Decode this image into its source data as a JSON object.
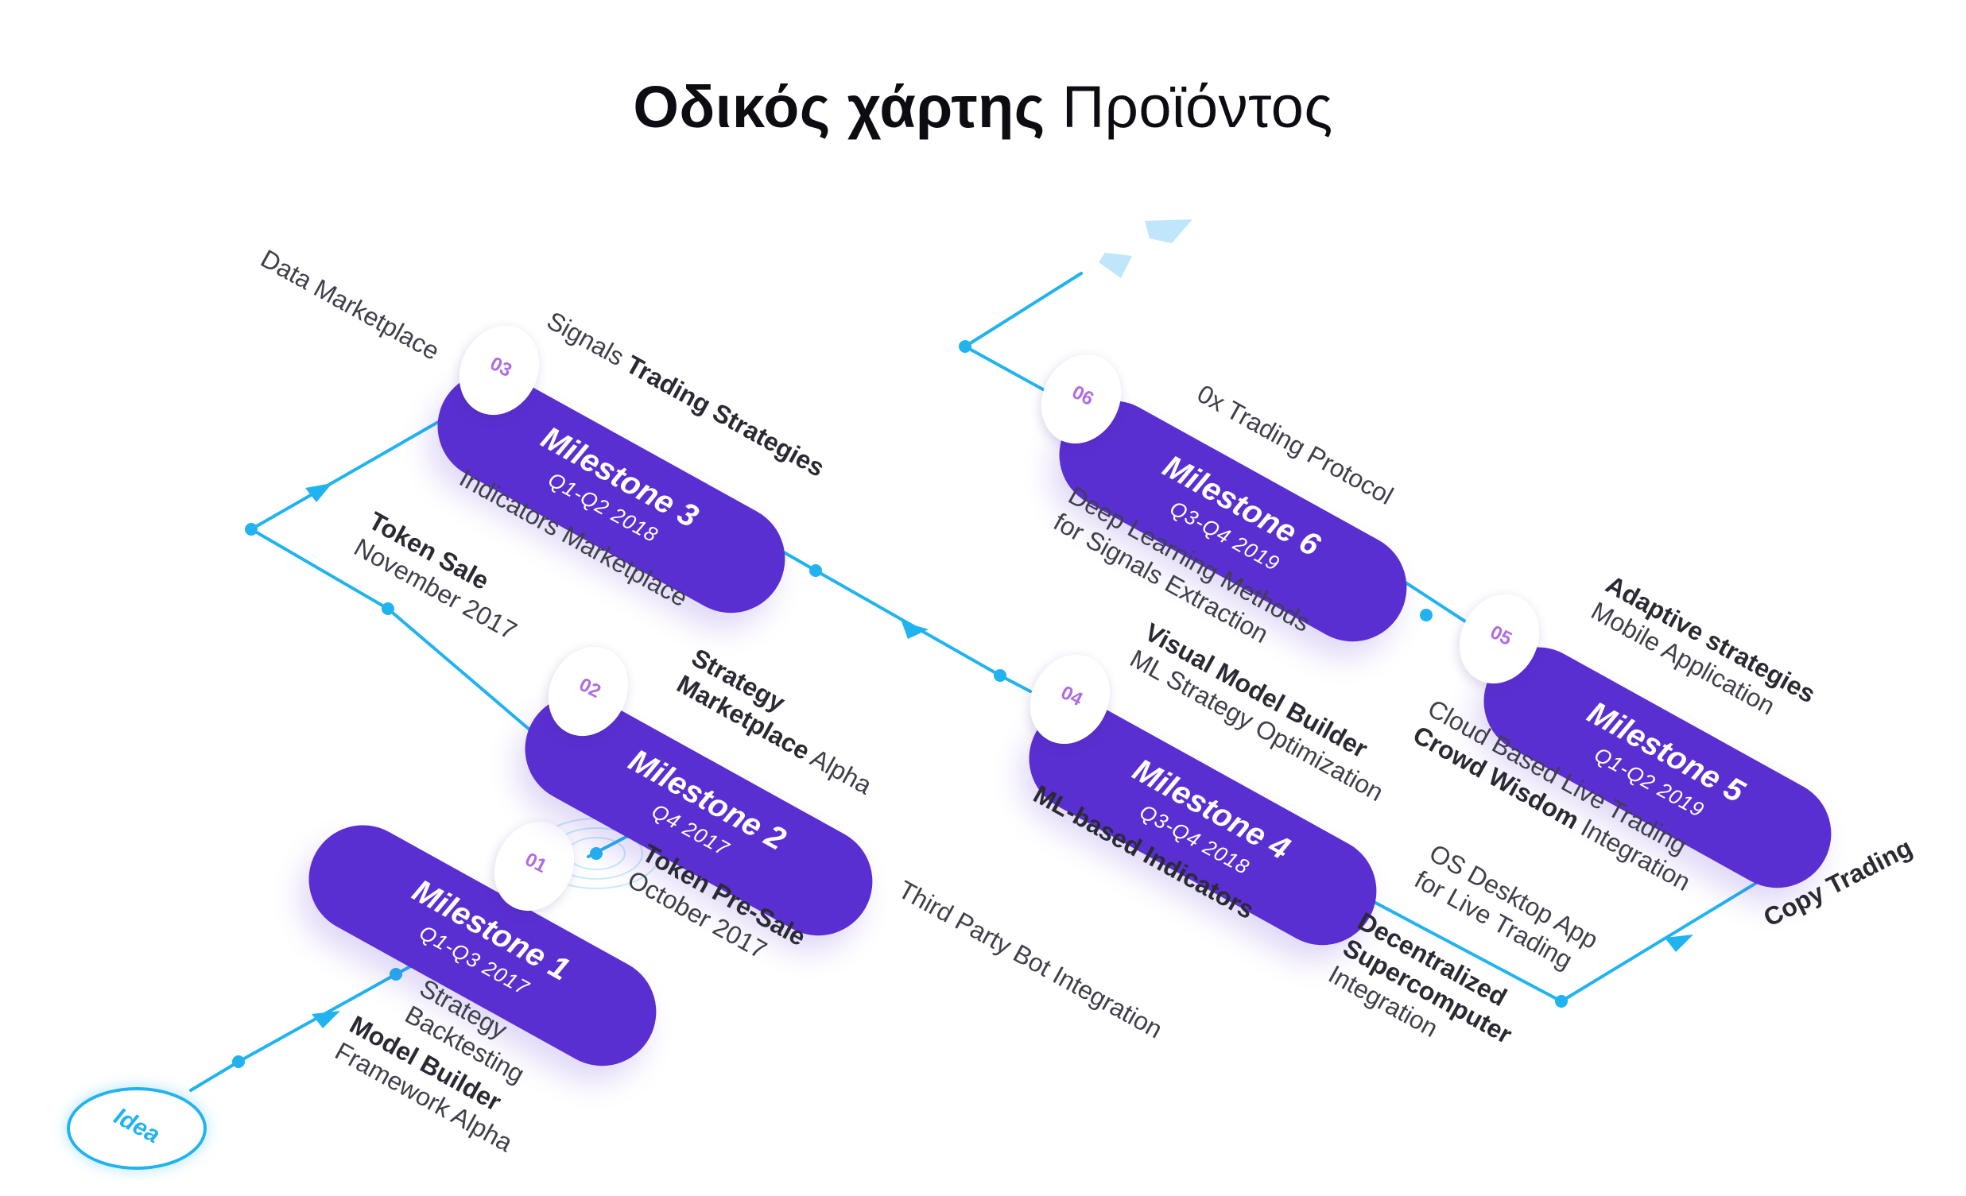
{
  "title": {
    "bold": "Οδικός χάρτης",
    "light": "Προϊόντος"
  },
  "start": {
    "label": "Idea"
  },
  "milestones": [
    {
      "num": "01",
      "name": "Milestone 1",
      "date": "Q1-Q3 2017"
    },
    {
      "num": "02",
      "name": "Milestone 2",
      "date": "Q4 2017"
    },
    {
      "num": "03",
      "name": "Milestone 3",
      "date": "Q1-Q2 2018"
    },
    {
      "num": "04",
      "name": "Milestone 4",
      "date": "Q3-Q4 2018"
    },
    {
      "num": "05",
      "name": "Milestone 5",
      "date": "Q1-Q2 2019"
    },
    {
      "num": "06",
      "name": "Milestone 6",
      "date": "Q3-Q4 2019"
    }
  ],
  "labels": {
    "model_builder_bold": "Model Builder",
    "model_builder_rest": "Framework Alpha",
    "strategy_backtesting_1": "Strategy",
    "strategy_backtesting_2": "Backtesting",
    "token_presale_bold": "Token Pre-Sale",
    "token_presale_date": "October 2017",
    "token_sale_bold": "Token Sale",
    "token_sale_date": "November 2017",
    "strategy_marketplace_1": "Strategy",
    "strategy_marketplace_2": "Marketplace",
    "strategy_marketplace_3": "Alpha",
    "third_party_bot": "Third Party Bot Integration",
    "data_marketplace": "Data Marketplace",
    "signals_1": "Signals",
    "signals_2": "Trading Strategies",
    "indicators_marketplace": "Indicators Marketplace",
    "visual_model_builder": "Visual Model Builder",
    "ml_strategy_opt": "ML Strategy Optimization",
    "ml_based_indicators": "ML-based Indicators",
    "decentralized_1": "Decentralized",
    "decentralized_2": "Supercomputer",
    "decentralized_3": "Integration",
    "os_desktop_1": "OS Desktop App",
    "os_desktop_2": "for Live Trading",
    "trading_protocol": "0x Trading Protocol",
    "deep_learning_1": "Deep Learning Methods",
    "deep_learning_2": "for Signals Extraction",
    "adaptive_bold": "Adaptive strategies",
    "adaptive_rest": "Mobile Application",
    "cloud_live": "Cloud Based Live Trading",
    "crowd_bold": "Crowd Wisdom",
    "crowd_rest": "Integration",
    "copy_trading": "Copy Trading"
  },
  "colors": {
    "pill": "#5a2fd1",
    "line": "#21b3f0",
    "badge_number": "#b06ce0",
    "arrow_light": "#bfe6fb"
  }
}
